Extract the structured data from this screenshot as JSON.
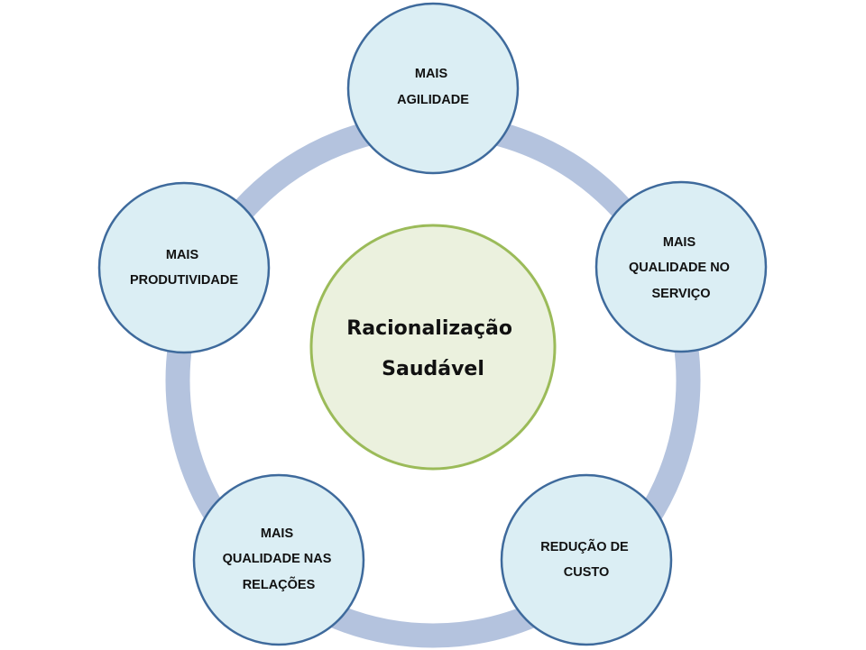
{
  "center": {
    "lines": [
      "Racionalização",
      "Saudável"
    ],
    "fill": "#EBF1DE",
    "stroke": "#9BBB59"
  },
  "ring": {
    "color": "#B4C3DE"
  },
  "satellite_style": {
    "fill": "#DBEEF4",
    "stroke": "#3E6A9C"
  },
  "nodes": [
    {
      "lines": [
        "MAIS",
        "AGILIDADE"
      ]
    },
    {
      "lines": [
        "MAIS",
        "QUALIDADE NO",
        "SERVIÇO"
      ]
    },
    {
      "lines": [
        "REDUÇÃO DE",
        "CUSTO"
      ]
    },
    {
      "lines": [
        "MAIS",
        "QUALIDADE NAS",
        "RELAÇÕES"
      ]
    },
    {
      "lines": [
        "MAIS",
        "PRODUTIVIDADE"
      ]
    }
  ]
}
